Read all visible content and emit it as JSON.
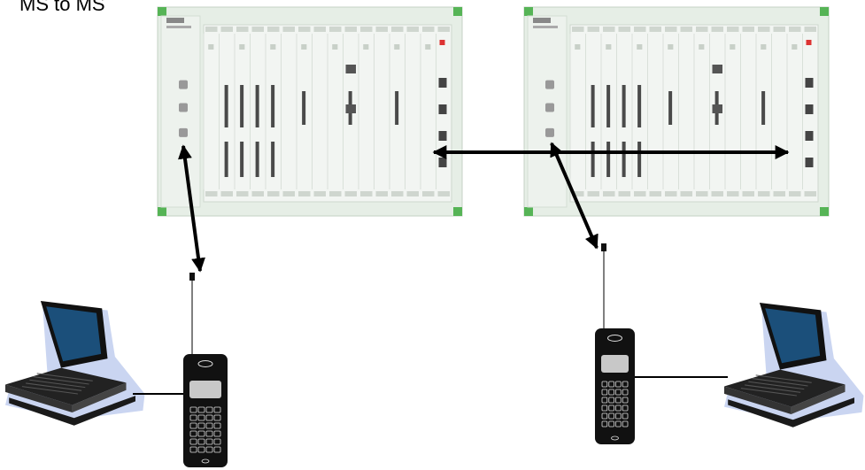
{
  "title": "MS to MS",
  "colors": {
    "chassis_body": "#e6eee6",
    "chassis_border": "#c4d2c4",
    "corner_accent": "#56b456",
    "rack_module": "#f2f5f2",
    "connector": "#4a4a4a",
    "arrow": "#000000",
    "phone_body": "#111111",
    "phone_screen": "#c8c8c8",
    "laptop_screen": "#1b4f7a",
    "laptop_shadow": "#9fb3e6"
  },
  "nodes": [
    {
      "id": "tester-1",
      "icon": "signalling-tester-icon"
    },
    {
      "id": "tester-2",
      "icon": "signalling-tester-icon"
    },
    {
      "id": "mobile-1",
      "icon": "mobile-phone-icon"
    },
    {
      "id": "mobile-2",
      "icon": "mobile-phone-icon"
    },
    {
      "id": "pc-1",
      "icon": "laptop-icon"
    },
    {
      "id": "pc-2",
      "icon": "laptop-icon"
    }
  ],
  "links": [
    {
      "from": "tester-1",
      "to": "mobile-1",
      "type": "wireless",
      "arrows": "both"
    },
    {
      "from": "tester-1",
      "to": "tester-2",
      "type": "cable",
      "arrows": "both"
    },
    {
      "from": "tester-2",
      "to": "mobile-2",
      "type": "wireless",
      "arrows": "both"
    },
    {
      "from": "pc-1",
      "to": "mobile-1",
      "type": "cable",
      "arrows": "none"
    },
    {
      "from": "mobile-2",
      "to": "pc-2",
      "type": "cable",
      "arrows": "none"
    }
  ]
}
